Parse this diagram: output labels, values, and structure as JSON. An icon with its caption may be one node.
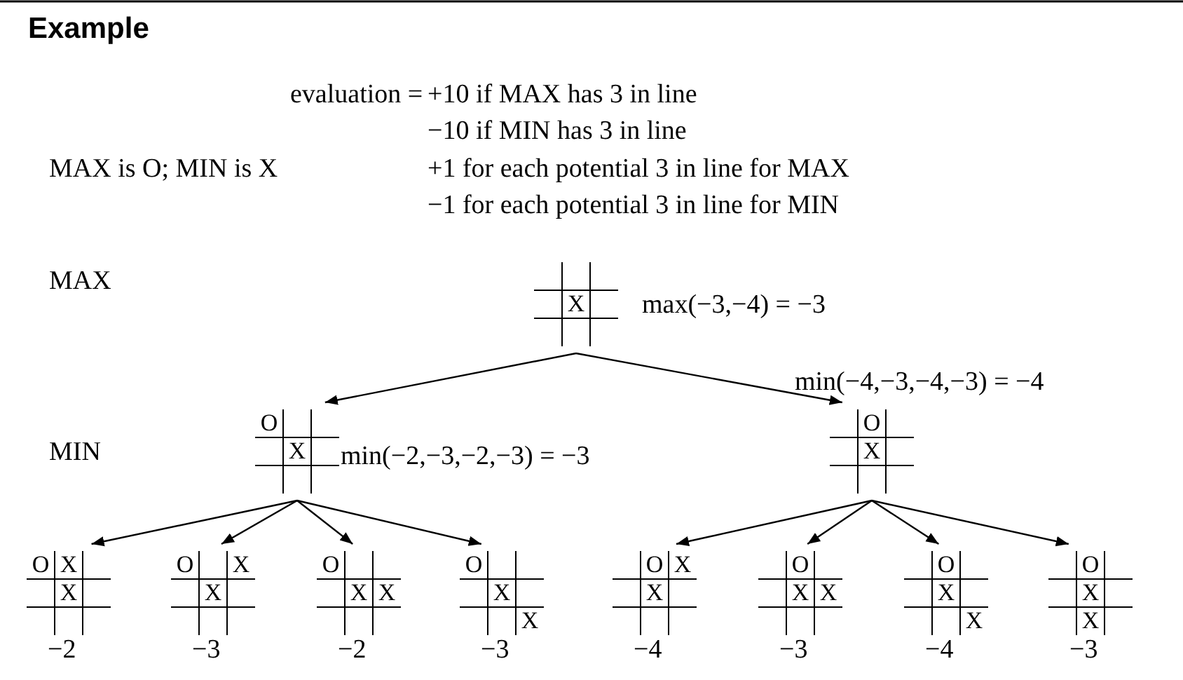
{
  "diagram": {
    "title": "Example",
    "nodes": [
      {
        "text": [
          "X"
        ],
        "beside": [
          "max(−3,−4) = −3"
        ]
      },
      {
        "text": [
          "O",
          "X"
        ],
        "beside": [
          "min(−2,−3,−2,−3) = −3"
        ]
      },
      {
        "text": [
          "O",
          "X"
        ],
        "beside": [
          "min(−4,−3,−4,−3) = −4"
        ]
      },
      {
        "text": [
          "O",
          "X",
          "X"
        ],
        "beside": [
          "−2"
        ]
      },
      {
        "text": [
          "O",
          "X",
          "X"
        ],
        "beside": [
          "−3"
        ]
      },
      {
        "text": [
          "O",
          "X",
          "X"
        ],
        "beside": [
          "−2"
        ]
      },
      {
        "text": [
          "O",
          "X",
          "X"
        ],
        "beside": [
          "−3"
        ]
      },
      {
        "text": [
          "O",
          "X",
          "X"
        ],
        "beside": [
          "−4"
        ]
      },
      {
        "text": [
          "O",
          "X",
          "X"
        ],
        "beside": [
          "−3"
        ]
      },
      {
        "text": [
          "O",
          "X",
          "X"
        ],
        "beside": [
          "−4"
        ]
      },
      {
        "text": [
          "O",
          "X",
          "X"
        ],
        "beside": [
          "−3"
        ]
      }
    ],
    "edges": [
      {
        "from": 0,
        "to": 1,
        "arrow": "to"
      },
      {
        "from": 0,
        "to": 2,
        "arrow": "to"
      },
      {
        "from": 1,
        "to": 3,
        "arrow": "to"
      },
      {
        "from": 1,
        "to": 4,
        "arrow": "to"
      },
      {
        "from": 1,
        "to": 5,
        "arrow": "to"
      },
      {
        "from": 1,
        "to": 6,
        "arrow": "to"
      },
      {
        "from": 2,
        "to": 7,
        "arrow": "to"
      },
      {
        "from": 2,
        "to": 8,
        "arrow": "to"
      },
      {
        "from": 2,
        "to": 9,
        "arrow": "to"
      },
      {
        "from": 2,
        "to": 10,
        "arrow": "to"
      }
    ],
    "labels": [
      "evaluation =",
      "+10 if MAX has 3 in line",
      "−10 if MIN has 3 in line",
      "MAX is O; MIN is X",
      "+1 for each potential 3 in line for MAX",
      "−1 for each potential 3 in line for MIN",
      "MAX",
      "MIN"
    ]
  }
}
